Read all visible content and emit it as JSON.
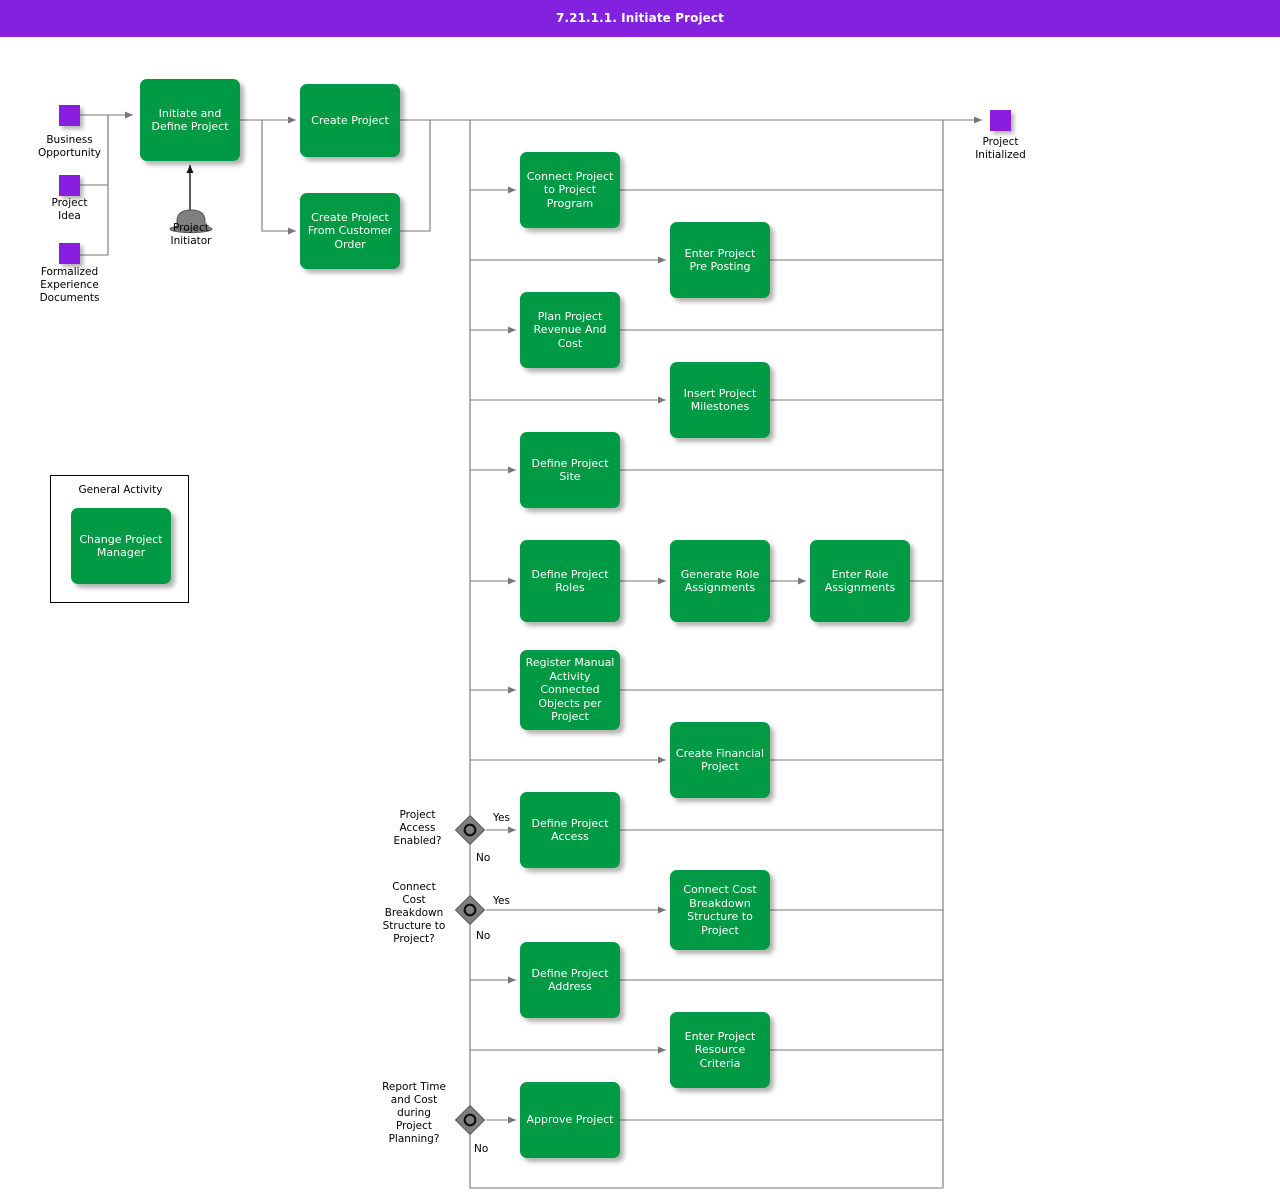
{
  "header": {
    "title": "7.21.1.1. Initiate Project",
    "bar_color": "#8222e0",
    "text_color": "#ffffff"
  },
  "theme": {
    "activity_fill": "#009944",
    "activity_text": "#ffffff",
    "event_fill": "#8a1ee0",
    "gateway_fill": "#808080",
    "connector": "#666666",
    "background": "#ffffff"
  },
  "legend": {
    "title": "General Activity",
    "activity_label": "Change Project\nManager"
  },
  "start_events": [
    {
      "label": "Business\nOpportunity"
    },
    {
      "label": "Project\nIdea"
    },
    {
      "label": "Formalized\nExperience\nDocuments"
    }
  ],
  "end_events": [
    {
      "label": "Project\nInitialized"
    }
  ],
  "roles": [
    {
      "label": "Project\nInitiator",
      "icon": "role-hat-icon"
    }
  ],
  "activities": [
    {
      "id": "initiate-and-define-project",
      "label": "Initiate and\nDefine Project"
    },
    {
      "id": "create-project",
      "label": "Create Project"
    },
    {
      "id": "create-project-from-customer-order",
      "label": "Create Project\nFrom Customer\nOrder"
    },
    {
      "id": "connect-project-to-project-program",
      "label": "Connect Project\nto Project\nProgram"
    },
    {
      "id": "enter-project-pre-posting",
      "label": "Enter Project\nPre Posting"
    },
    {
      "id": "plan-project-revenue-and-cost",
      "label": "Plan Project\nRevenue And\nCost"
    },
    {
      "id": "insert-project-milestones",
      "label": "Insert Project\nMilestones"
    },
    {
      "id": "define-project-site",
      "label": "Define Project\nSite"
    },
    {
      "id": "define-project-roles",
      "label": "Define Project\nRoles"
    },
    {
      "id": "generate-role-assignments",
      "label": "Generate Role\nAssignments"
    },
    {
      "id": "enter-role-assignments",
      "label": "Enter Role\nAssignments"
    },
    {
      "id": "register-manual-activity-connected-objects-per-project",
      "label": "Register Manual\nActivity\nConnected\nObjects per\nProject"
    },
    {
      "id": "create-financial-project",
      "label": "Create Financial\nProject"
    },
    {
      "id": "define-project-access",
      "label": "Define Project\nAccess"
    },
    {
      "id": "connect-cost-breakdown-structure-to-project",
      "label": "Connect Cost\nBreakdown\nStructure to\nProject"
    },
    {
      "id": "define-project-address",
      "label": "Define Project\nAddress"
    },
    {
      "id": "enter-project-resource-criteria",
      "label": "Enter Project\nResource\nCriteria"
    },
    {
      "id": "approve-project",
      "label": "Approve Project"
    }
  ],
  "gateways": [
    {
      "id": "project-access-enabled",
      "question": "Project\nAccess\nEnabled?",
      "yes_label": "Yes",
      "no_label": "No"
    },
    {
      "id": "connect-cost-breakdown-structure-to-project",
      "question": "Connect\nCost\nBreakdown\nStructure to\nProject?",
      "yes_label": "Yes",
      "no_label": "No"
    },
    {
      "id": "report-time-and-cost-during-project-planning",
      "question": "Report Time\nand Cost\nduring\nProject\nPlanning?",
      "no_label": "No"
    }
  ]
}
